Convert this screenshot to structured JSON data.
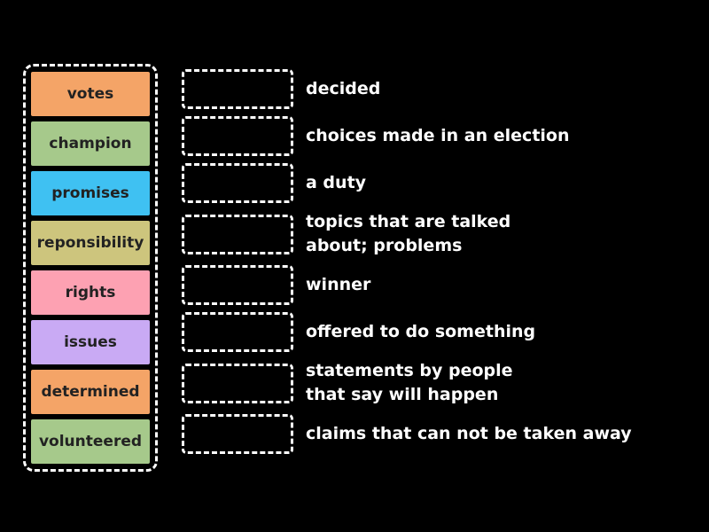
{
  "colors": {
    "background": "#000000",
    "dashed_outline": "#ffffff",
    "tile_text": "#222222",
    "clue_text": "#ffffff"
  },
  "board": {
    "tiles": [
      {
        "label": "votes",
        "color": "#f4a467"
      },
      {
        "label": "champion",
        "color": "#a6c98b"
      },
      {
        "label": "promises",
        "color": "#3fc1f2"
      },
      {
        "label": "reponsibility",
        "color": "#cdc57d"
      },
      {
        "label": "rights",
        "color": "#fda1b2"
      },
      {
        "label": "issues",
        "color": "#c9aaf4"
      },
      {
        "label": "determined",
        "color": "#f4a467"
      },
      {
        "label": "volunteered",
        "color": "#a6c98b"
      }
    ],
    "clues": [
      {
        "text": "decided"
      },
      {
        "text": "choices made in an election"
      },
      {
        "text": "a duty"
      },
      {
        "text": "topics that are talked\nabout; problems"
      },
      {
        "text": "winner"
      },
      {
        "text": "offered to do something"
      },
      {
        "text": "statements by people\nthat say will happen"
      },
      {
        "text": "claims that can not be taken away"
      }
    ]
  }
}
